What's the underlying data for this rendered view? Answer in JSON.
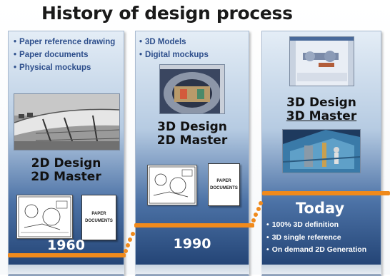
{
  "title": "History of design process",
  "columns": [
    {
      "bullets": [
        "Paper reference drawing",
        "Paper documents",
        "Physical mockups"
      ],
      "heading_line1": "2D Design",
      "heading_line2": "2D Master",
      "paper_label_1": "PAPER",
      "paper_label_2": "DOCUMENTS",
      "year": "1960"
    },
    {
      "bullets": [
        "3D Models",
        "Digital mockups"
      ],
      "heading_line1": "3D Design",
      "heading_line2": "2D Master",
      "paper_label_1": "PAPER",
      "paper_label_2": "DOCUMENTS",
      "year": "1990"
    },
    {
      "heading_line1": "3D Design",
      "heading_line2": "3D Master",
      "era": "Today",
      "bullets": [
        "100% 3D definition",
        "3D single reference",
        "On demand 2D Generation"
      ]
    }
  ],
  "colors": {
    "timeline": "#f08a1c",
    "bullet_text": "#2e4f8c",
    "column_bottom": "#1d3d6e"
  }
}
